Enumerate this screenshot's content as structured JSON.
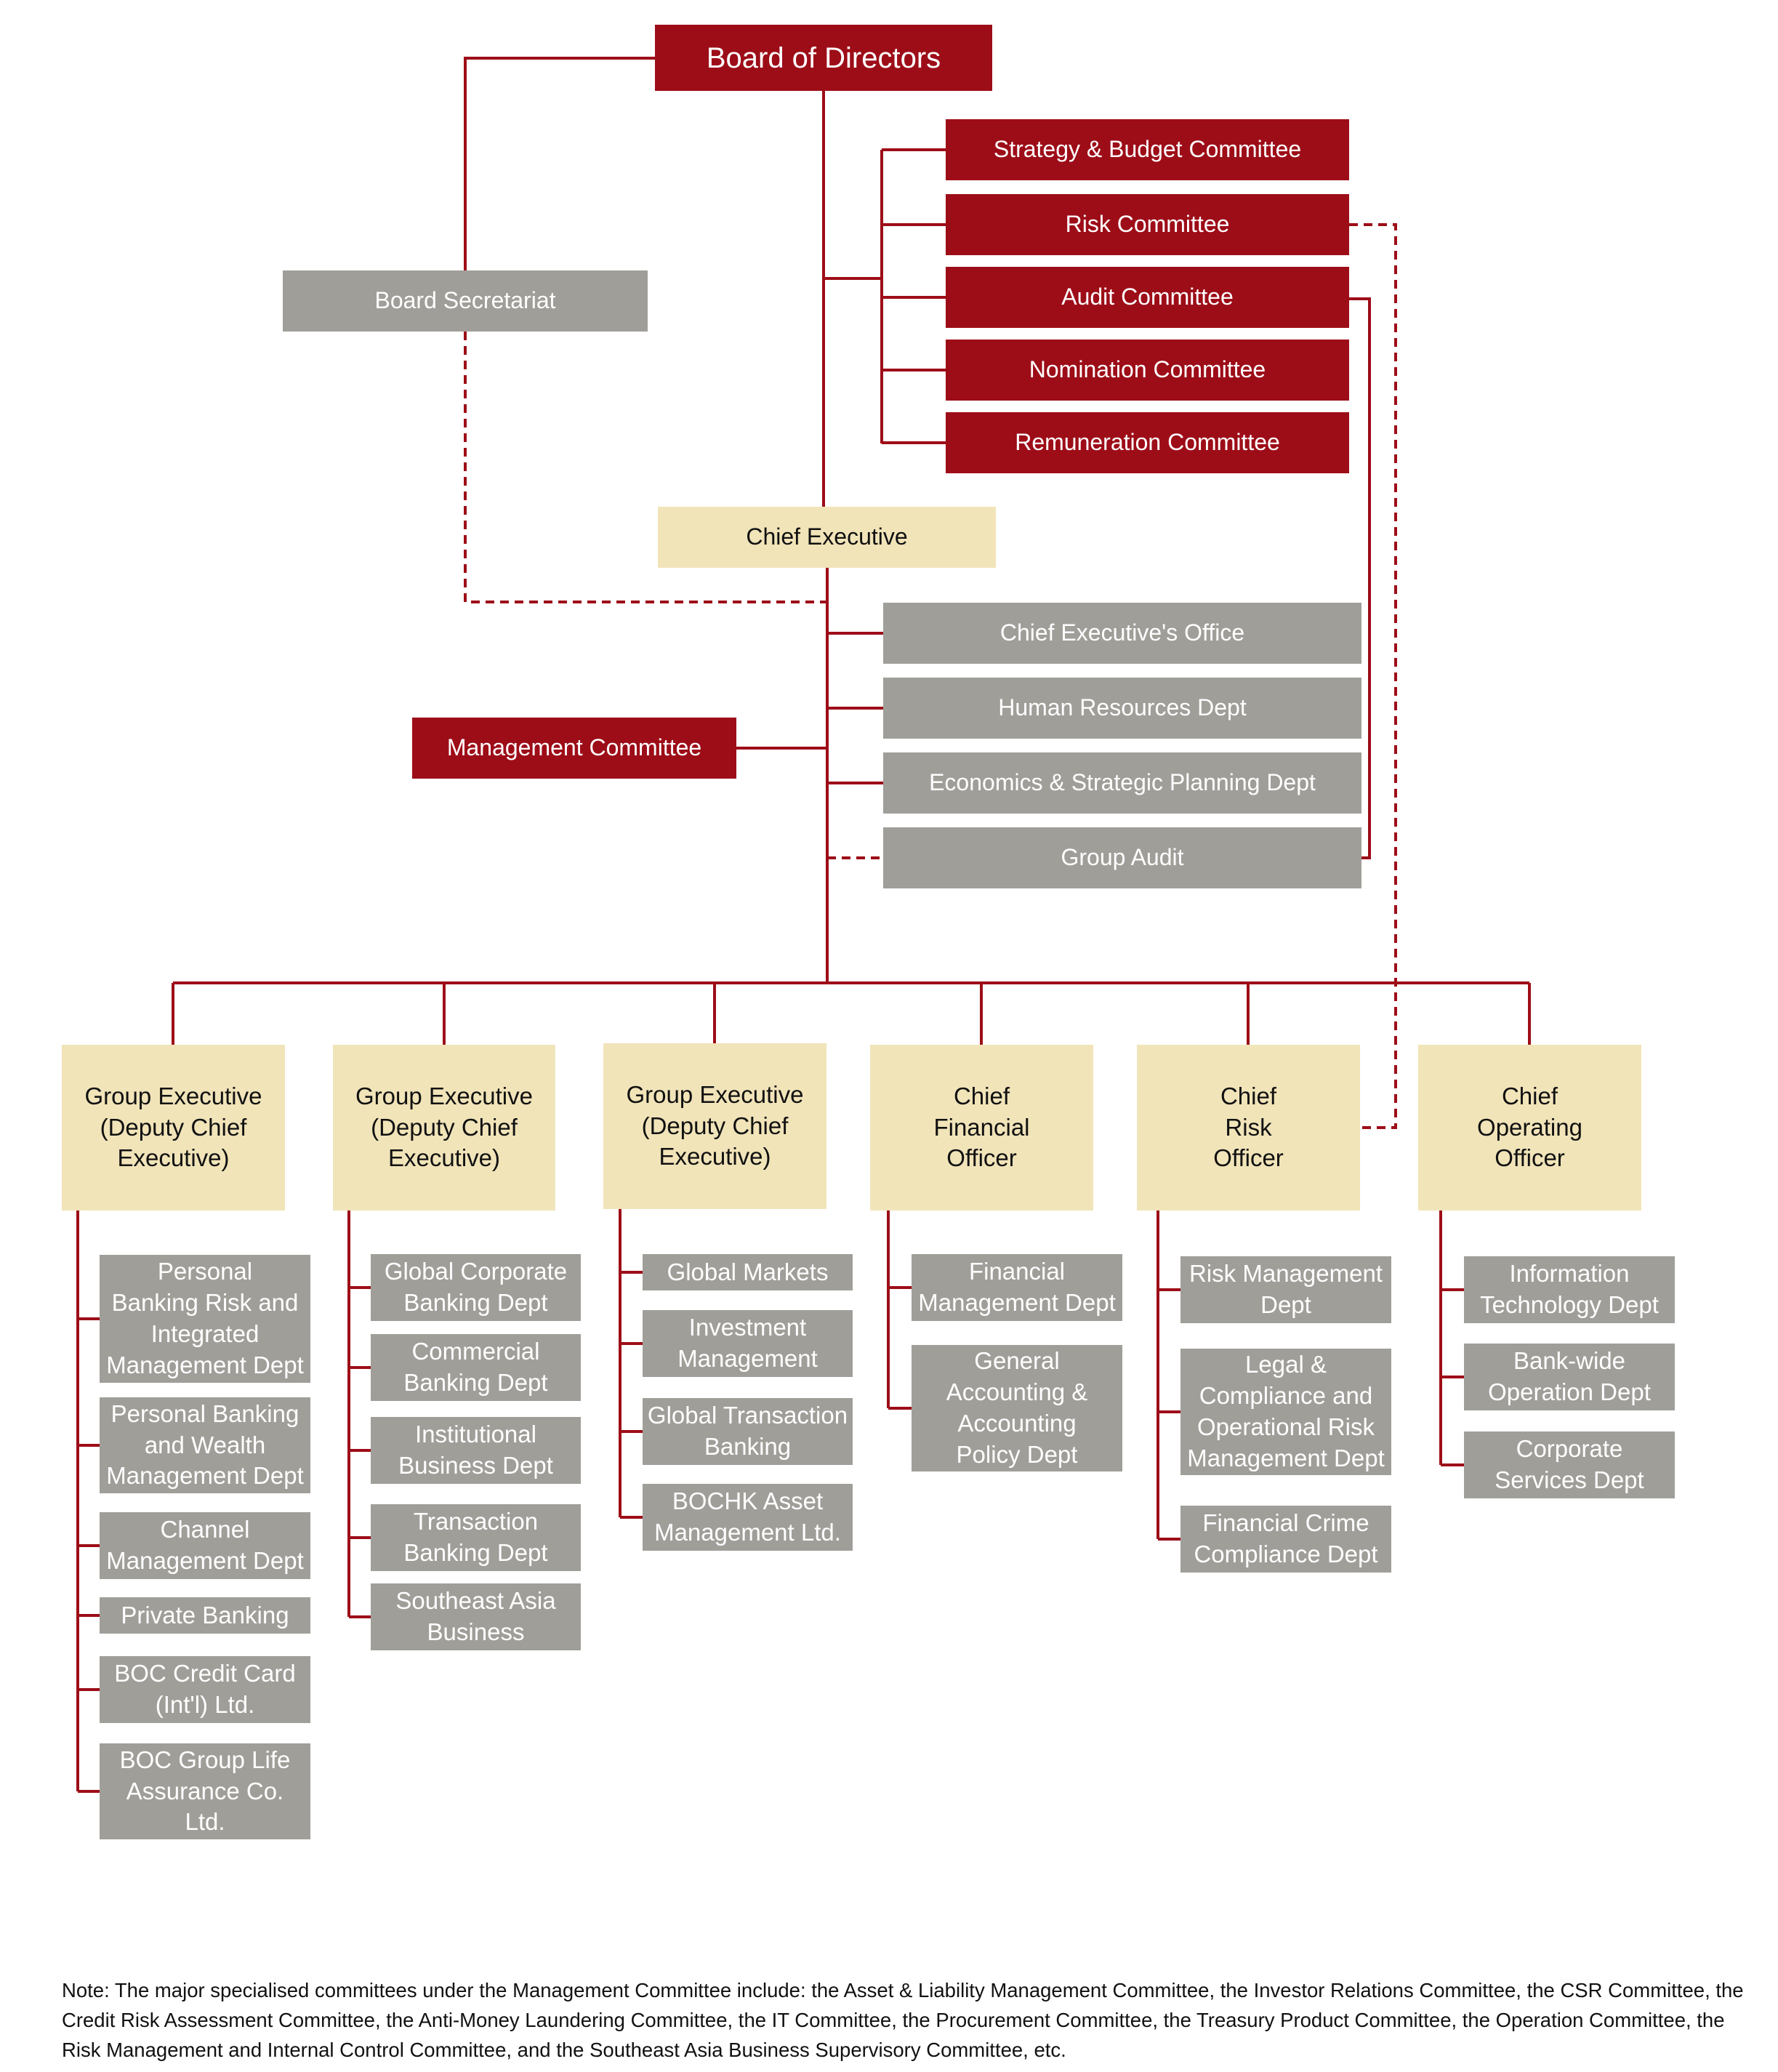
{
  "colors": {
    "connector": "#9d0d18",
    "committee": "#9d0d18",
    "department": "#a09e99",
    "executive": "#f1e4b9"
  },
  "board": "Board of Directors",
  "board_secretariat": "Board Secretariat",
  "board_committees": [
    "Strategy & Budget Committee",
    "Risk Committee",
    "Audit Committee",
    "Nomination Committee",
    "Remuneration Committee"
  ],
  "chief_executive": "Chief Executive",
  "management_committee": "Management Committee",
  "ce_units": [
    "Chief Executive's Office",
    "Human Resources Dept",
    "Economics & Strategic Planning Dept",
    "Group Audit"
  ],
  "executives": [
    {
      "title": "Group Executive\n(Deputy Chief\nExecutive)",
      "units": [
        "Personal\nBanking Risk and\nIntegrated\nManagement Dept",
        "Personal Banking\nand Wealth\nManagement Dept",
        "Channel\nManagement Dept",
        "Private Banking",
        "BOC Credit Card\n(Int'l) Ltd.",
        "BOC Group Life\nAssurance Co.\nLtd."
      ]
    },
    {
      "title": "Group Executive\n(Deputy Chief\nExecutive)",
      "units": [
        "Global Corporate\nBanking Dept",
        "Commercial\nBanking Dept",
        "Institutional\nBusiness Dept",
        "Transaction\nBanking Dept",
        "Southeast Asia\nBusiness"
      ]
    },
    {
      "title": "Group Executive\n(Deputy Chief\nExecutive)",
      "units": [
        "Global Markets",
        "Investment\nManagement",
        "Global Transaction\nBanking",
        "BOCHK Asset\nManagement Ltd."
      ]
    },
    {
      "title": "Chief\nFinancial\nOfficer",
      "units": [
        "Financial\nManagement Dept",
        "General\nAccounting &\nAccounting\nPolicy Dept"
      ]
    },
    {
      "title": "Chief\nRisk\nOfficer",
      "units": [
        "Risk Management\nDept",
        "Legal &\nCompliance and\nOperational Risk\nManagement Dept",
        "Financial Crime\nCompliance Dept"
      ]
    },
    {
      "title": "Chief\nOperating\nOfficer",
      "units": [
        "Information\nTechnology Dept",
        "Bank-wide\nOperation Dept",
        "Corporate\nServices Dept"
      ]
    }
  ],
  "note": "Note: The major specialised committees under the Management Committee include: the Asset & Liability Management Committee, the Investor Relations Committee, the CSR Committee, the Credit Risk Assessment Committee, the Anti-Money Laundering Committee, the IT Committee, the Procurement Committee, the Treasury Product Committee, the Operation Committee, the Risk Management and Internal Control Committee, and the Southeast Asia Business Supervisory Committee, etc."
}
